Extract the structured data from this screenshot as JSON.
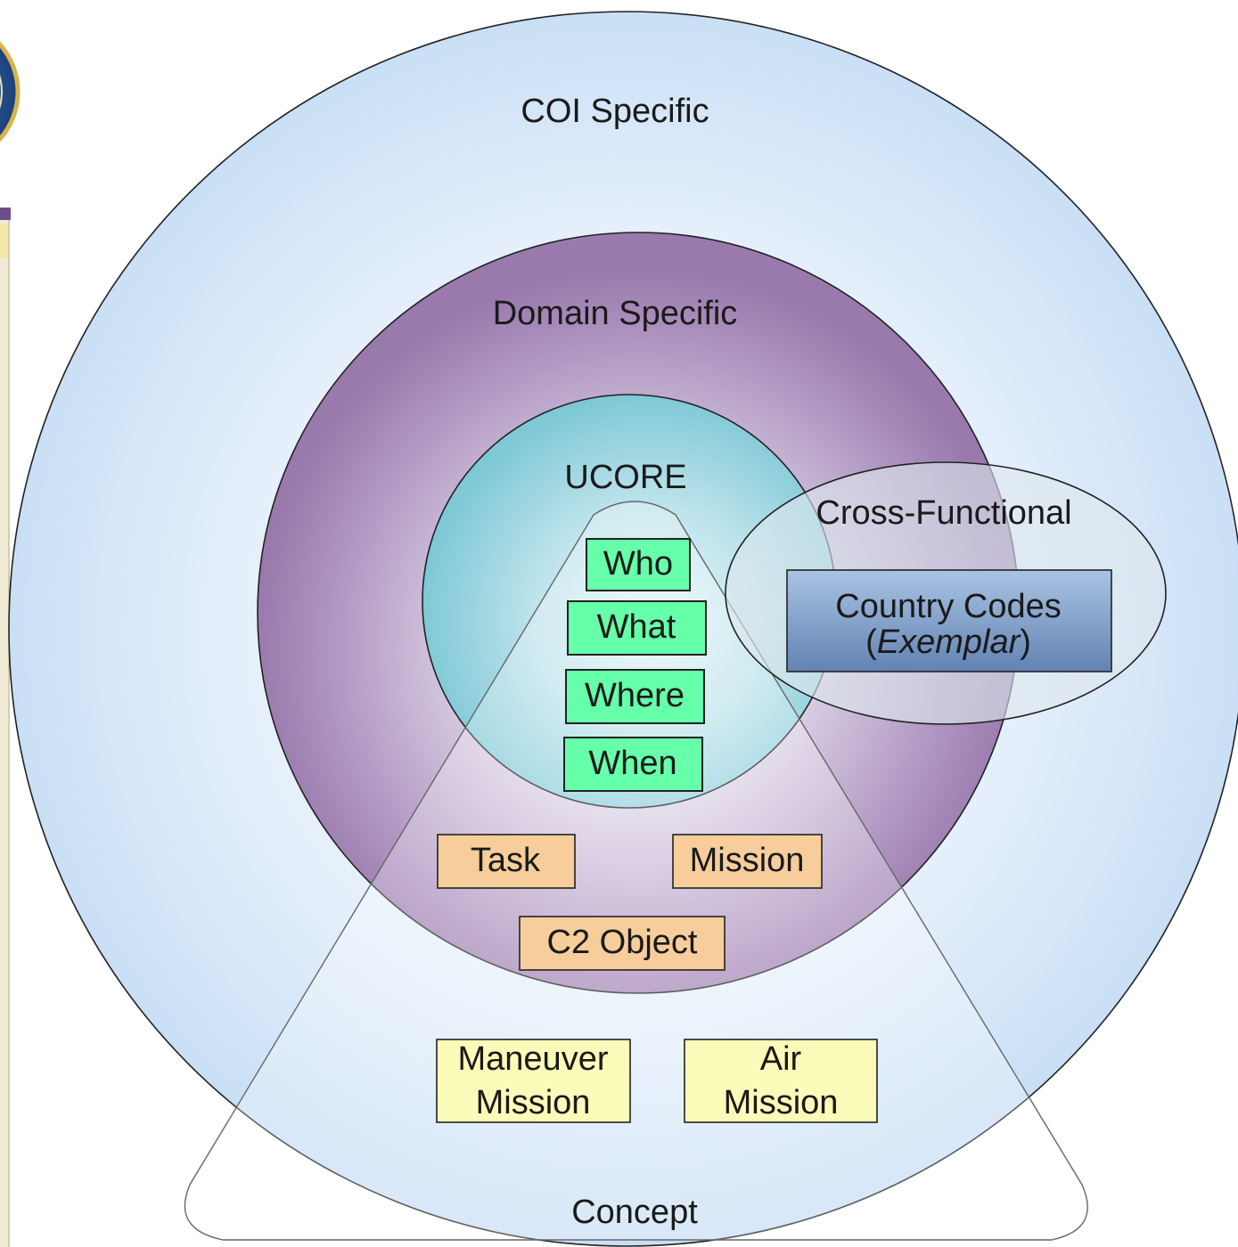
{
  "diagram": {
    "layers": {
      "coi": "COI Specific",
      "domain": "Domain Specific",
      "ucore": "UCORE",
      "cross_functional": "Cross-Functional",
      "concept": "Concept"
    },
    "country_codes": {
      "line1": "Country Codes",
      "open_paren": "(",
      "italic": "Exemplar",
      "close_paren": ")"
    },
    "ucore_items": [
      "Who",
      "What",
      "Where",
      "When"
    ],
    "domain_items": [
      "Task",
      "Mission",
      "C2 Object"
    ],
    "coi_items": [
      {
        "line1": "Maneuver",
        "line2": "Mission"
      },
      {
        "line1": "Air",
        "line2": "Mission"
      }
    ]
  },
  "colors": {
    "coi_fill": "#dcebfa",
    "domain_fill": "#a98bb8",
    "ucore_fill": "#9fd6e0",
    "ucore_box": "#66ffaa",
    "domain_box": "#f7cd9c",
    "coi_box": "#fafbb8",
    "country_box": "#7d9ac4"
  }
}
